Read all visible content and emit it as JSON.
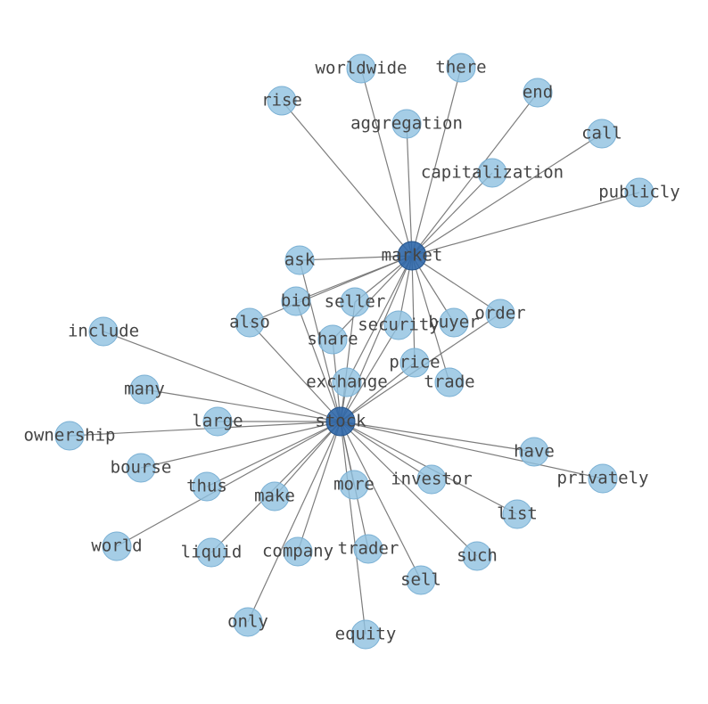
{
  "nodes": [
    {
      "id": "stock",
      "label": "stock",
      "hub": true
    },
    {
      "id": "market",
      "label": "market",
      "hub": true
    },
    {
      "id": "worldwide",
      "label": "worldwide"
    },
    {
      "id": "there",
      "label": "there"
    },
    {
      "id": "rise",
      "label": "rise"
    },
    {
      "id": "end",
      "label": "end"
    },
    {
      "id": "aggregation",
      "label": "aggregation"
    },
    {
      "id": "call",
      "label": "call"
    },
    {
      "id": "capitalization",
      "label": "capitalization"
    },
    {
      "id": "publicly",
      "label": "publicly"
    },
    {
      "id": "ask",
      "label": "ask"
    },
    {
      "id": "bid",
      "label": "bid"
    },
    {
      "id": "seller",
      "label": "seller"
    },
    {
      "id": "also",
      "label": "also"
    },
    {
      "id": "security",
      "label": "security"
    },
    {
      "id": "buyer",
      "label": "buyer"
    },
    {
      "id": "order",
      "label": "order"
    },
    {
      "id": "include",
      "label": "include"
    },
    {
      "id": "share",
      "label": "share"
    },
    {
      "id": "price",
      "label": "price"
    },
    {
      "id": "exchange",
      "label": "exchange"
    },
    {
      "id": "trade",
      "label": "trade"
    },
    {
      "id": "many",
      "label": "many"
    },
    {
      "id": "large",
      "label": "large"
    },
    {
      "id": "ownership",
      "label": "ownership"
    },
    {
      "id": "have",
      "label": "have"
    },
    {
      "id": "bourse",
      "label": "bourse"
    },
    {
      "id": "privately",
      "label": "privately"
    },
    {
      "id": "thus",
      "label": "thus"
    },
    {
      "id": "make",
      "label": "make"
    },
    {
      "id": "more",
      "label": "more"
    },
    {
      "id": "investor",
      "label": "investor"
    },
    {
      "id": "list",
      "label": "list"
    },
    {
      "id": "world",
      "label": "world"
    },
    {
      "id": "liquid",
      "label": "liquid"
    },
    {
      "id": "company",
      "label": "company"
    },
    {
      "id": "trader",
      "label": "trader"
    },
    {
      "id": "such",
      "label": "such"
    },
    {
      "id": "sell",
      "label": "sell"
    },
    {
      "id": "only",
      "label": "only"
    },
    {
      "id": "equity",
      "label": "equity"
    }
  ],
  "edges": [
    [
      "market",
      "worldwide"
    ],
    [
      "market",
      "there"
    ],
    [
      "market",
      "rise"
    ],
    [
      "market",
      "end"
    ],
    [
      "market",
      "aggregation"
    ],
    [
      "market",
      "call"
    ],
    [
      "market",
      "capitalization"
    ],
    [
      "market",
      "publicly"
    ],
    [
      "market",
      "ask"
    ],
    [
      "market",
      "bid"
    ],
    [
      "market",
      "seller"
    ],
    [
      "market",
      "also"
    ],
    [
      "market",
      "security"
    ],
    [
      "market",
      "buyer"
    ],
    [
      "market",
      "order"
    ],
    [
      "market",
      "share"
    ],
    [
      "market",
      "price"
    ],
    [
      "market",
      "exchange"
    ],
    [
      "market",
      "trade"
    ],
    [
      "market",
      "stock"
    ],
    [
      "stock",
      "ask"
    ],
    [
      "stock",
      "bid"
    ],
    [
      "stock",
      "seller"
    ],
    [
      "stock",
      "also"
    ],
    [
      "stock",
      "security"
    ],
    [
      "stock",
      "order"
    ],
    [
      "stock",
      "share"
    ],
    [
      "stock",
      "price"
    ],
    [
      "stock",
      "exchange"
    ],
    [
      "stock",
      "include"
    ],
    [
      "stock",
      "many"
    ],
    [
      "stock",
      "large"
    ],
    [
      "stock",
      "ownership"
    ],
    [
      "stock",
      "have"
    ],
    [
      "stock",
      "bourse"
    ],
    [
      "stock",
      "privately"
    ],
    [
      "stock",
      "thus"
    ],
    [
      "stock",
      "make"
    ],
    [
      "stock",
      "more"
    ],
    [
      "stock",
      "investor"
    ],
    [
      "stock",
      "list"
    ],
    [
      "stock",
      "world"
    ],
    [
      "stock",
      "liquid"
    ],
    [
      "stock",
      "company"
    ],
    [
      "stock",
      "trader"
    ],
    [
      "stock",
      "such"
    ],
    [
      "stock",
      "sell"
    ],
    [
      "stock",
      "only"
    ],
    [
      "stock",
      "equity"
    ]
  ]
}
